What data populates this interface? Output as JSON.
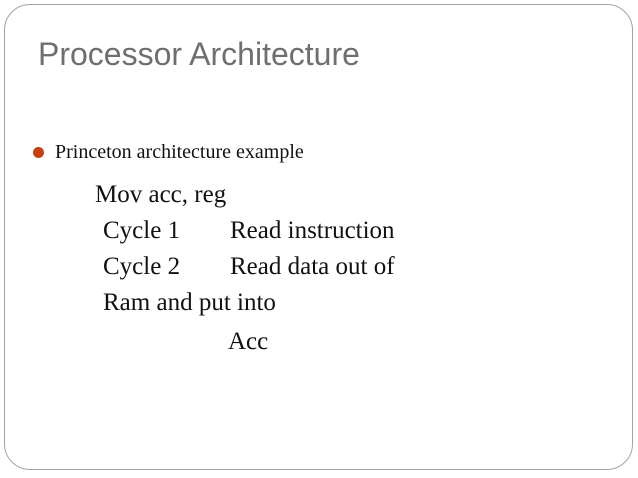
{
  "slide": {
    "title": "Processor Architecture",
    "bullet": {
      "label": "Princeton architecture example"
    },
    "body": {
      "mov_line": "Mov acc, reg",
      "cycle1_label": "Cycle 1",
      "cycle1_text": "Read instruction",
      "cycle2_label": "Cycle 2",
      "cycle2_text": "Read data out of",
      "cycle2_cont": "Ram and put into",
      "acc_line": "Acc"
    },
    "colors": {
      "bullet": "#C5400E",
      "title": "#6F6F6F",
      "border": "#A3A3A3",
      "body-text": "#111111"
    }
  }
}
